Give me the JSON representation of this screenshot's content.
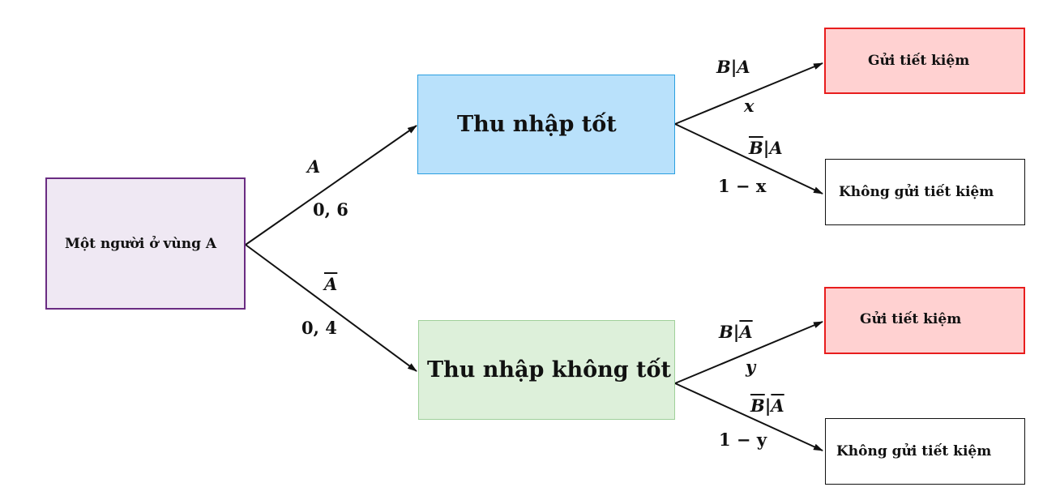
{
  "nodes": {
    "root": "Một người ở vùng A",
    "good_income": "Thu nhập tốt",
    "bad_income": "Thu nhập không tốt",
    "save_1": "Gửi tiết kiệm",
    "nosave_1": "Không gửi tiết kiệm",
    "save_2": "Gửi tiết kiệm",
    "nosave_2": "Không gửi tiết kiệm"
  },
  "edges": {
    "root_to_good": {
      "event": "A",
      "prob": "0, 6"
    },
    "root_to_bad": {
      "event": "A",
      "prob": "0, 4"
    },
    "good_to_save": {
      "event_main": "B",
      "event_cond": "A",
      "prob": "x"
    },
    "good_to_nosave": {
      "event_main": "B",
      "event_cond": "A",
      "prob": "1 − x"
    },
    "bad_to_save": {
      "event_main": "B",
      "event_cond": "A",
      "prob": "y"
    },
    "bad_to_nosave": {
      "event_main": "B",
      "event_cond": "A",
      "prob": "1 − y"
    }
  },
  "colors": {
    "root_fill": "#efe8f3",
    "root_border": "#6a2c82",
    "good_fill": "#b9e1fb",
    "good_border": "#2a9fe0",
    "bad_fill": "#ddf0da",
    "bad_border": "#9fd09a",
    "save_fill": "#ffd1d1",
    "save_border": "#e81d1d"
  }
}
